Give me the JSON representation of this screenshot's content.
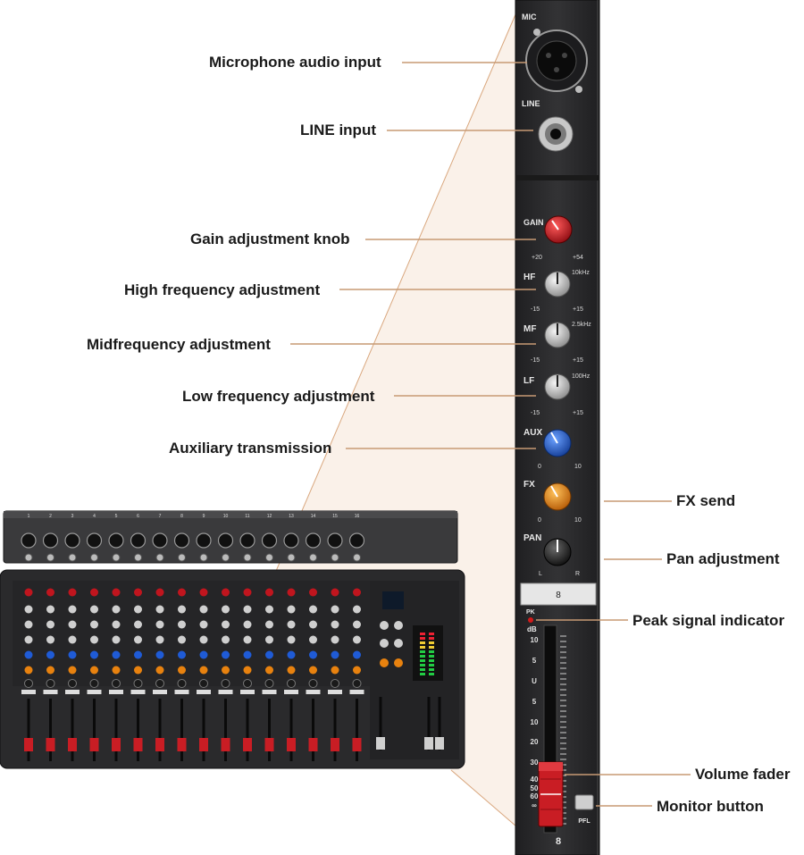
{
  "callouts": {
    "mic_input": "Microphone audio input",
    "line_input": "LINE input",
    "gain": "Gain adjustment knob",
    "high_freq": "High frequency adjustment",
    "mid_freq": "Midfrequency adjustment",
    "low_freq": "Low frequency adjustment",
    "aux": "Auxiliary transmission",
    "fx_send": "FX send",
    "pan": "Pan adjustment",
    "peak": "Peak signal indicator",
    "fader": "Volume fader",
    "monitor": "Monitor button"
  },
  "strip": {
    "mic": "MIC",
    "line": "LINE",
    "gain": "GAIN",
    "gain_min": "+20",
    "gain_max": "+54",
    "hf": "HF",
    "hf_freq": "10kHz",
    "mf": "MF",
    "mf_freq": "2.5kHz",
    "lf": "LF",
    "lf_freq": "100Hz",
    "eq_min": "-15",
    "eq_max": "+15",
    "aux": "AUX",
    "fx": "FX",
    "send_min": "0",
    "send_max": "10",
    "pan": "PAN",
    "pan_l": "L",
    "pan_r": "R",
    "channel_label": "8",
    "peak": "PK",
    "db": "dB",
    "scale": [
      "10",
      "5",
      "U",
      "5",
      "10",
      "20",
      "30",
      "40",
      "50",
      "60",
      "∞"
    ],
    "pfl": "PFL",
    "channel_number": "8"
  },
  "mixer": {
    "channel_count": 16,
    "channel_numbers": [
      "1",
      "2",
      "3",
      "4",
      "5",
      "6",
      "7",
      "8",
      "9",
      "10",
      "11",
      "12",
      "13",
      "14",
      "15",
      "16"
    ]
  },
  "colors": {
    "gain_knob": "#c0151e",
    "aux_knob": "#1f5bd6",
    "fx_knob": "#e8820f",
    "eq_knob": "#cfcfcf",
    "pan_knob": "#1a1a1a",
    "panel": "#2b2b2d",
    "leader": "#d9a77e",
    "fader_cap": "#c91d24"
  }
}
